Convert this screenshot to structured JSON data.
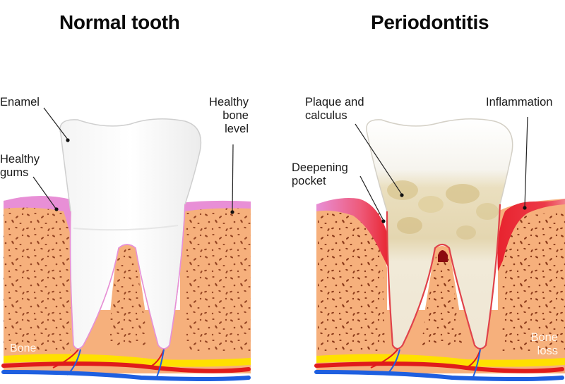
{
  "panels": [
    {
      "title": "Normal tooth",
      "labels": {
        "enamel": "Enamel",
        "gums_line1": "Healthy",
        "gums_line2": "gums",
        "bone_level_line1": "Healthy",
        "bone_level_line2": "bone",
        "bone_level_line3": "level",
        "bone": "Bone"
      }
    },
    {
      "title": "Periodontitis",
      "labels": {
        "plaque_line1": "Plaque and",
        "plaque_line2": "calculus",
        "pocket_line1": "Deepening",
        "pocket_line2": "pocket",
        "inflammation": "Inflammation",
        "bone_loss_line1": "Bone",
        "bone_loss_line2": "loss"
      }
    }
  ],
  "colors": {
    "bone": "#F6B07C",
    "bone_spots": "#8B3A1A",
    "healthy_gum": "#E88FD6",
    "inflamed_gum": "#E8232E",
    "tooth": "#FFFFFF",
    "plaque": "#E9DDB8",
    "nerve": "#FFE000",
    "artery": "#E01B1B",
    "vein": "#1E5FE0"
  }
}
